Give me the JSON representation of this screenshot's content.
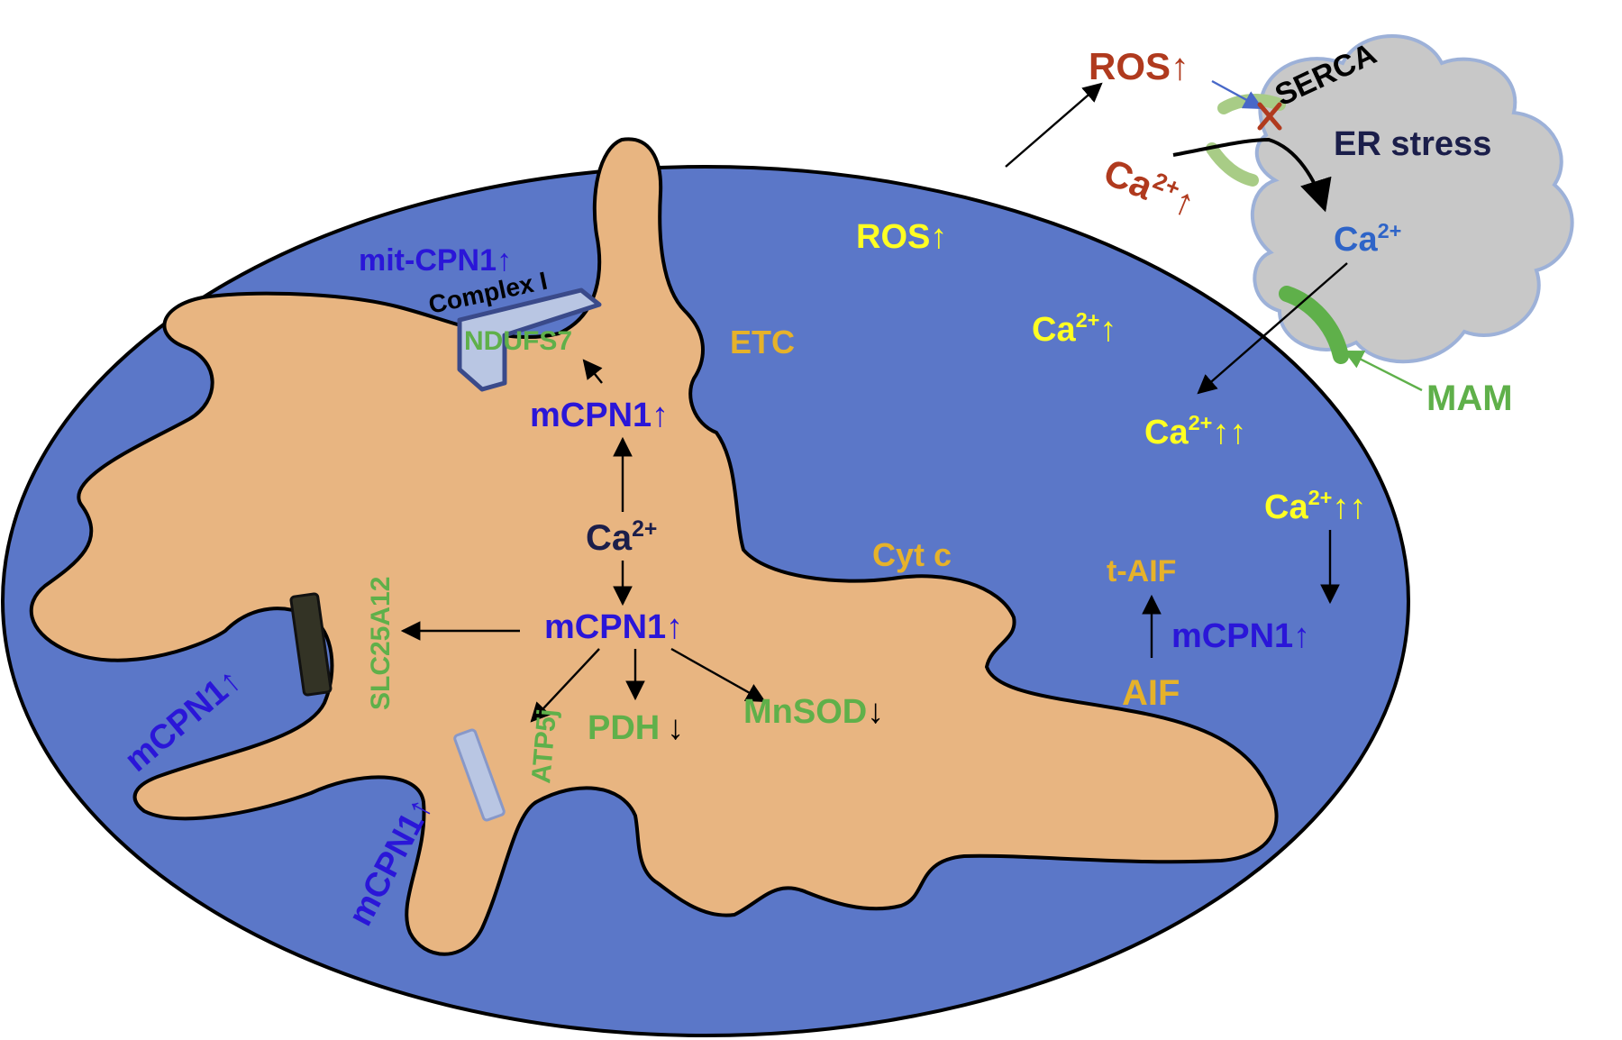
{
  "colors": {
    "membrane_outer": "#5b77c8",
    "matrix": "#e8b581",
    "outline": "#000000",
    "er_cloud": "#c8c8c8",
    "er_border": "#9db1d8",
    "mam": "#5fb04a",
    "serca": "#a8cc86",
    "ros_red": "#b03a1e",
    "yellow": "#ffff22",
    "orange_text": "#e6b22a",
    "cpn_blue": "#2a16d8",
    "green_text": "#5fb04a",
    "complex_fill": "#b9c6e3",
    "complex_border": "#3a4a8a",
    "slc_fill": "#333325",
    "atp_fill": "#b9c6e3",
    "navy": "#1b1e4a",
    "er_ca_blue": "#2e64c8",
    "arrow_blue": "#4868c8"
  },
  "icons": {
    "block_marker": "red-x-icon"
  },
  "labels": {
    "ros_top": {
      "main": "ROS",
      "arrow": "↑"
    },
    "serca": "SERCA",
    "ca_left": {
      "main": "Ca",
      "sup": "2+",
      "arrow": "↑"
    },
    "er_stress": "ER stress",
    "er_ca": {
      "main": "Ca",
      "sup": "2+"
    },
    "mam": "MAM",
    "mit_cpn1": {
      "main": "mit-CPN1",
      "arrow": "↑"
    },
    "complex_i": "Complex I",
    "ndufs7": "NDUFS7",
    "etc": "ETC",
    "mcpn1_top": {
      "main": "mCPN1",
      "arrow": "↑"
    },
    "ca_center": {
      "main": "Ca",
      "sup": "2+"
    },
    "mcpn1_center": {
      "main": "mCPN1",
      "arrow": "↑"
    },
    "slc25a12": "SLC25A12",
    "atp5j": "ATP5j",
    "pdh": {
      "main": "PDH",
      "arrow": "↓"
    },
    "mnsod": {
      "main": "MnSOD",
      "arrow": "↓"
    },
    "mcpn1_left": {
      "main": "mCPN1",
      "arrow": "↑"
    },
    "mcpn1_bottom": {
      "main": "mCPN1",
      "arrow": "↑"
    },
    "ros_inner": {
      "main": "ROS",
      "arrow": "↑"
    },
    "ca_inner1": {
      "main": "Ca",
      "sup": "2+",
      "arrow": "↑"
    },
    "ca_inner2": {
      "main": "Ca",
      "sup": "2+",
      "arrow": "↑↑"
    },
    "ca_inner3": {
      "main": "Ca",
      "sup": "2+",
      "arrow": "↑↑"
    },
    "cyt_c": "Cyt c",
    "t_aif": "t-AIF",
    "aif": "AIF",
    "mcpn1_right": {
      "main": "mCPN1",
      "arrow": "↑"
    }
  }
}
